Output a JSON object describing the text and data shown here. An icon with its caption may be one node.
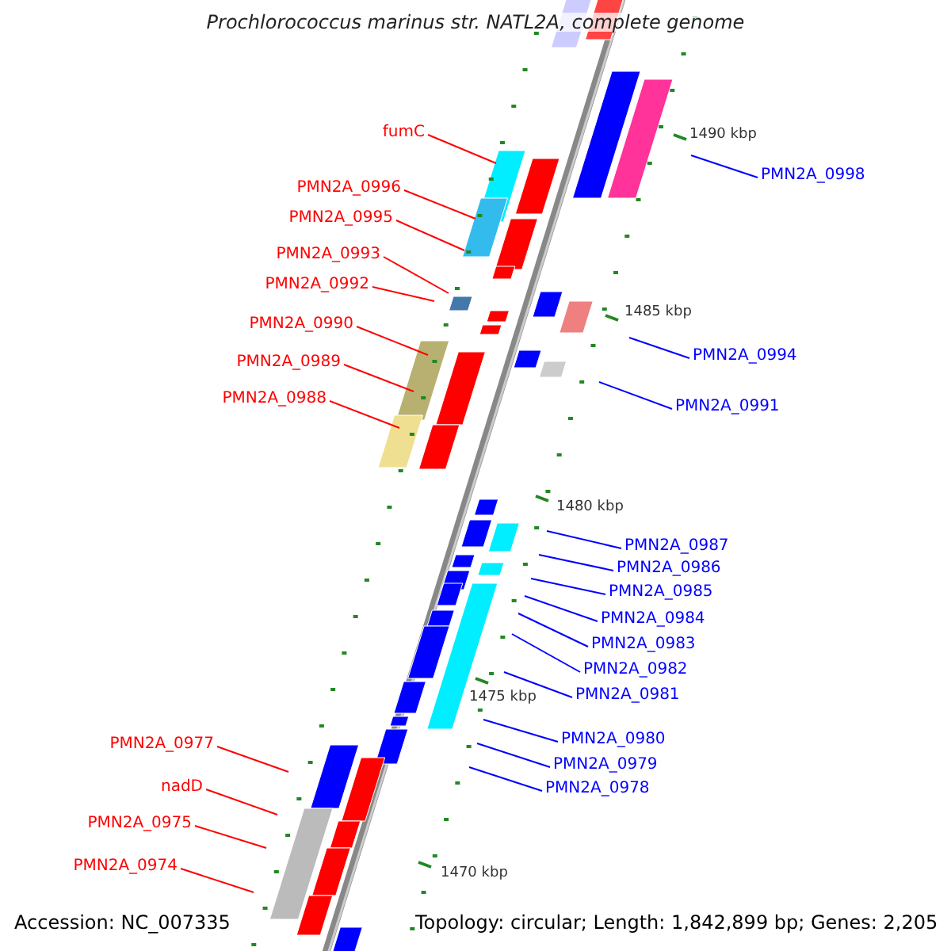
{
  "diagram": {
    "title": "Prochlorococcus marinus str. NATL2A, complete genome",
    "nodes": [
      {
        "text": [
          "fumC"
        ]
      },
      {
        "text": [
          "PMN2A_0998"
        ]
      },
      {
        "text": [
          "PMN2A_0996"
        ]
      },
      {
        "text": [
          "PMN2A_0995"
        ]
      },
      {
        "text": [
          "PMN2A_0993"
        ]
      },
      {
        "text": [
          "PMN2A_0992"
        ]
      },
      {
        "text": [
          "PMN2A_0990"
        ]
      },
      {
        "text": [
          "PMN2A_0994"
        ]
      },
      {
        "text": [
          "PMN2A_0989"
        ]
      },
      {
        "text": [
          "PMN2A_0988"
        ]
      },
      {
        "text": [
          "PMN2A_0991"
        ]
      },
      {
        "text": [
          "PMN2A_0987"
        ]
      },
      {
        "text": [
          "PMN2A_0986"
        ]
      },
      {
        "text": [
          "PMN2A_0985"
        ]
      },
      {
        "text": [
          "PMN2A_0984"
        ]
      },
      {
        "text": [
          "PMN2A_0983"
        ]
      },
      {
        "text": [
          "PMN2A_0982"
        ]
      },
      {
        "text": [
          "PMN2A_0981"
        ]
      },
      {
        "text": [
          "PMN2A_0980"
        ]
      },
      {
        "text": [
          "PMN2A_0977"
        ]
      },
      {
        "text": [
          "PMN2A_0979"
        ]
      },
      {
        "text": [
          "nadD"
        ]
      },
      {
        "text": [
          "PMN2A_0978"
        ]
      },
      {
        "text": [
          "PMN2A_0975"
        ]
      },
      {
        "text": [
          "PMN2A_0974"
        ]
      }
    ],
    "edges": [
      {
        "from": 0,
        "to": null,
        "arrow": "none",
        "color": "#ff0000"
      },
      {
        "from": 1,
        "to": null,
        "arrow": "none"
      },
      {
        "from": 2,
        "to": null,
        "arrow": "none",
        "color": "#ff0000"
      },
      {
        "from": 3,
        "to": null,
        "arrow": "none",
        "color": "#ff0000"
      },
      {
        "from": 4,
        "to": null,
        "arrow": "none",
        "color": "#ff0000"
      },
      {
        "from": 5,
        "to": null,
        "arrow": "none",
        "color": "#ff0000"
      },
      {
        "from": 6,
        "to": null,
        "arrow": "none",
        "color": "#ff0000"
      },
      {
        "from": 7,
        "to": null,
        "arrow": "none"
      },
      {
        "from": 8,
        "to": null,
        "arrow": "none",
        "color": "#ff0000"
      },
      {
        "from": 9,
        "to": null,
        "arrow": "none",
        "color": "#ff0000"
      },
      {
        "from": 10,
        "to": null,
        "arrow": "none"
      },
      {
        "from": 11,
        "to": null,
        "arrow": "none"
      },
      {
        "from": 12,
        "to": null,
        "arrow": "none"
      },
      {
        "from": 13,
        "to": null,
        "arrow": "none"
      },
      {
        "from": 14,
        "to": null,
        "arrow": "none"
      },
      {
        "from": 15,
        "to": null,
        "arrow": "none"
      },
      {
        "from": 16,
        "to": null,
        "arrow": "none"
      },
      {
        "from": 17,
        "to": null,
        "arrow": "none"
      },
      {
        "from": 18,
        "to": null,
        "arrow": "none"
      },
      {
        "from": 19,
        "to": null,
        "arrow": "none",
        "color": "#ff0000"
      },
      {
        "from": 20,
        "to": null,
        "arrow": "none"
      },
      {
        "from": 21,
        "to": null,
        "arrow": "none",
        "color": "#ff0000"
      },
      {
        "from": 22,
        "to": null,
        "arrow": "none"
      },
      {
        "from": 23,
        "to": null,
        "arrow": "none",
        "color": "#ff0000"
      },
      {
        "from": 24,
        "to": null,
        "arrow": "none",
        "color": "#ff0000"
      }
    ],
    "labels": [
      "1490 kbp",
      "1485 kbp",
      "1480 kbp",
      "1475 kbp",
      "1470 kbp",
      "Accession: NC_007335",
      "Topology: circular; Length: 1,842,899 bp; Genes: 2,205"
    ]
  }
}
